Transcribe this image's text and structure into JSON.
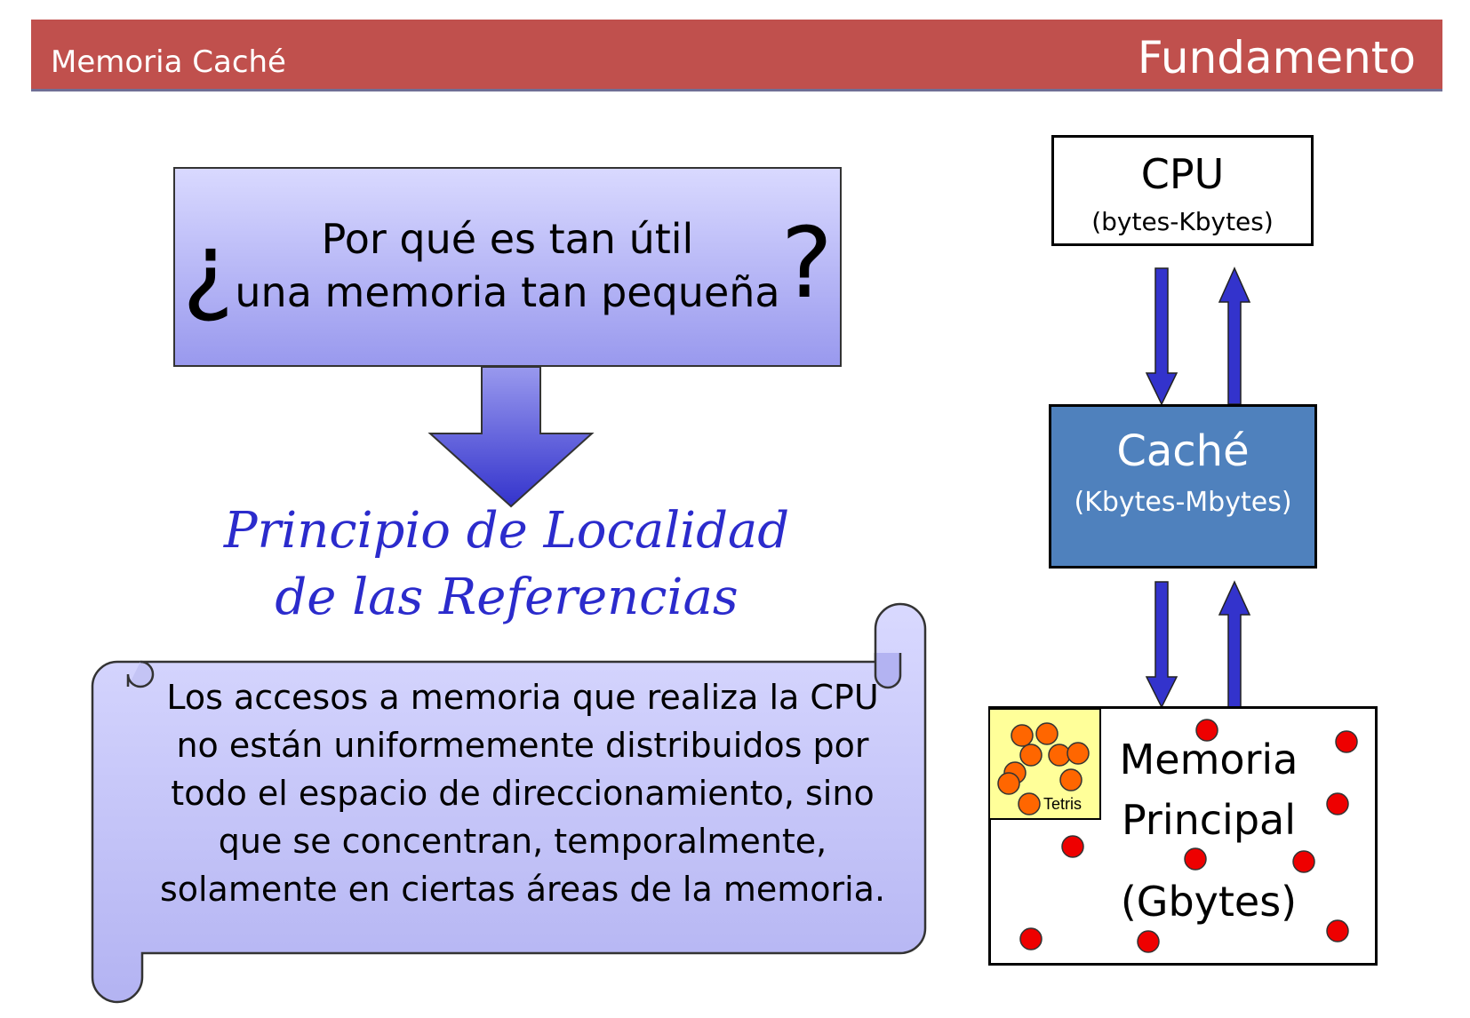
{
  "header": {
    "section_title": "Memoria Caché",
    "slide_title": "Fundamento"
  },
  "question": {
    "open_mark": "¿",
    "line1": "Por qué es tan útil",
    "line2": "una memoria tan pequeña",
    "close_mark": "?"
  },
  "principle": {
    "line1": "Principio de Localidad",
    "line2": "de las Referencias"
  },
  "scroll": {
    "text": "Los accesos a memoria que realiza la CPU no están uniformemente distribuidos por todo el espacio de direccionamiento, sino que se concentran, temporalmente, solamente en ciertas áreas de la memoria."
  },
  "hierarchy": {
    "cpu": {
      "name": "CPU",
      "size": "(bytes-Kbytes)"
    },
    "cache": {
      "name": "Caché",
      "size": "(Kbytes-Mbytes)"
    },
    "memory": {
      "line1": "Memoria",
      "line2": "Principal",
      "size": "(Gbytes)"
    },
    "tetris_label": "Tetris"
  },
  "colors": {
    "header": "#c0504d",
    "arrow": "#3333cc",
    "cache": "#4f81bd",
    "memory_dot": "#ee0000",
    "tetris_dot": "#ff6600",
    "tetris_area": "#ffff99"
  }
}
